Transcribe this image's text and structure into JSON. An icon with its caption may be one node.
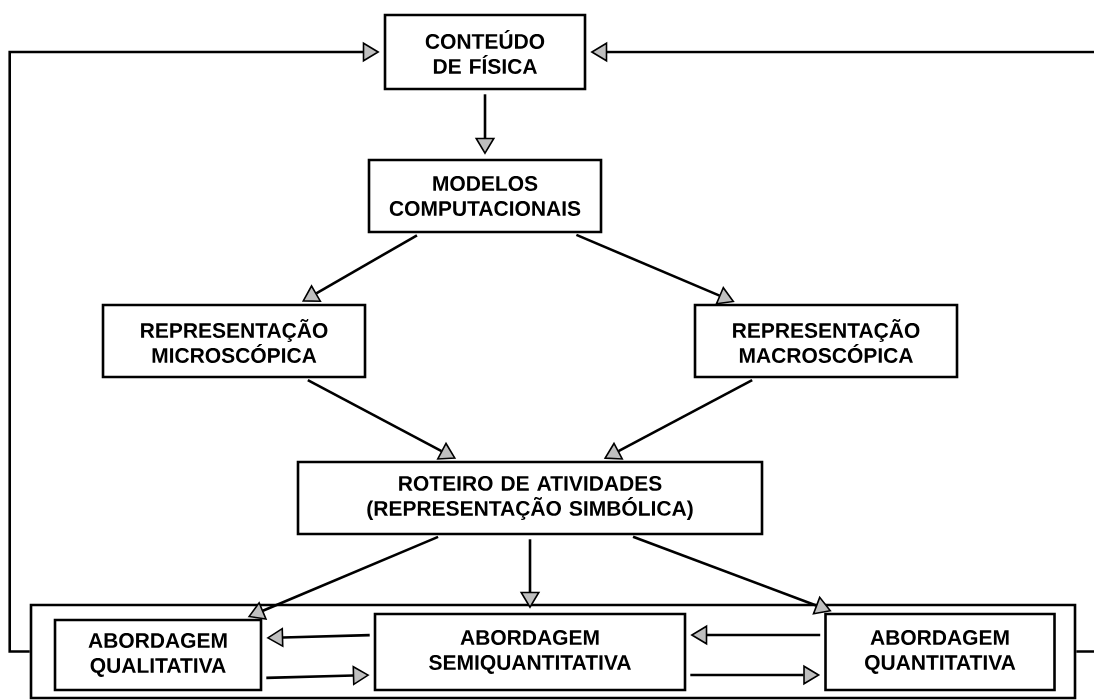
{
  "diagram": {
    "nodes": [
      {
        "text": [
          "CONTEÚDO DE FÍSICA"
        ]
      },
      {
        "text": [
          "MODELOS COMPUTACIONAIS"
        ]
      },
      {
        "text": [
          "REPRESENTAÇÃO MICROSCÓPICA"
        ]
      },
      {
        "text": [
          "REPRESENTAÇÃO MACROSCÓPICA"
        ]
      },
      {
        "text": [
          "ROTEIRO DE ATIVIDADES (REPRESENTAÇÃO SIMBÓLICA)"
        ]
      },
      {
        "text": [],
        "shape": "box"
      },
      {
        "text": [
          "ABORDAGEM QUALITATIVA"
        ],
        "in": 5
      },
      {
        "text": [
          "ABORDAGEM SEMIQUANTITATIVA"
        ],
        "in": 5
      },
      {
        "text": [
          "ABORDAGEM QUANTITATIVA"
        ],
        "in": 5
      }
    ],
    "edges": [
      {
        "from": 0,
        "to": 1,
        "arrow": "to"
      },
      {
        "from": 1,
        "to": 2,
        "arrow": "to"
      },
      {
        "from": 1,
        "to": 3,
        "arrow": "to"
      },
      {
        "from": 2,
        "to": 4,
        "arrow": "to"
      },
      {
        "from": 3,
        "to": 4,
        "arrow": "to"
      },
      {
        "from": 4,
        "to": 6,
        "arrow": "to"
      },
      {
        "from": 4,
        "to": 7,
        "arrow": "to"
      },
      {
        "from": 4,
        "to": 8,
        "arrow": "to"
      },
      {
        "from": 7,
        "to": 6,
        "arrow": "to"
      },
      {
        "from": 6,
        "to": 7,
        "arrow": "to"
      },
      {
        "from": 8,
        "to": 7,
        "arrow": "to"
      },
      {
        "from": 7,
        "to": 8,
        "arrow": "to"
      },
      {
        "from": 5,
        "to": 0,
        "arrow": "to"
      },
      {
        "from": 5,
        "to": 0,
        "arrow": "to"
      }
    ]
  }
}
